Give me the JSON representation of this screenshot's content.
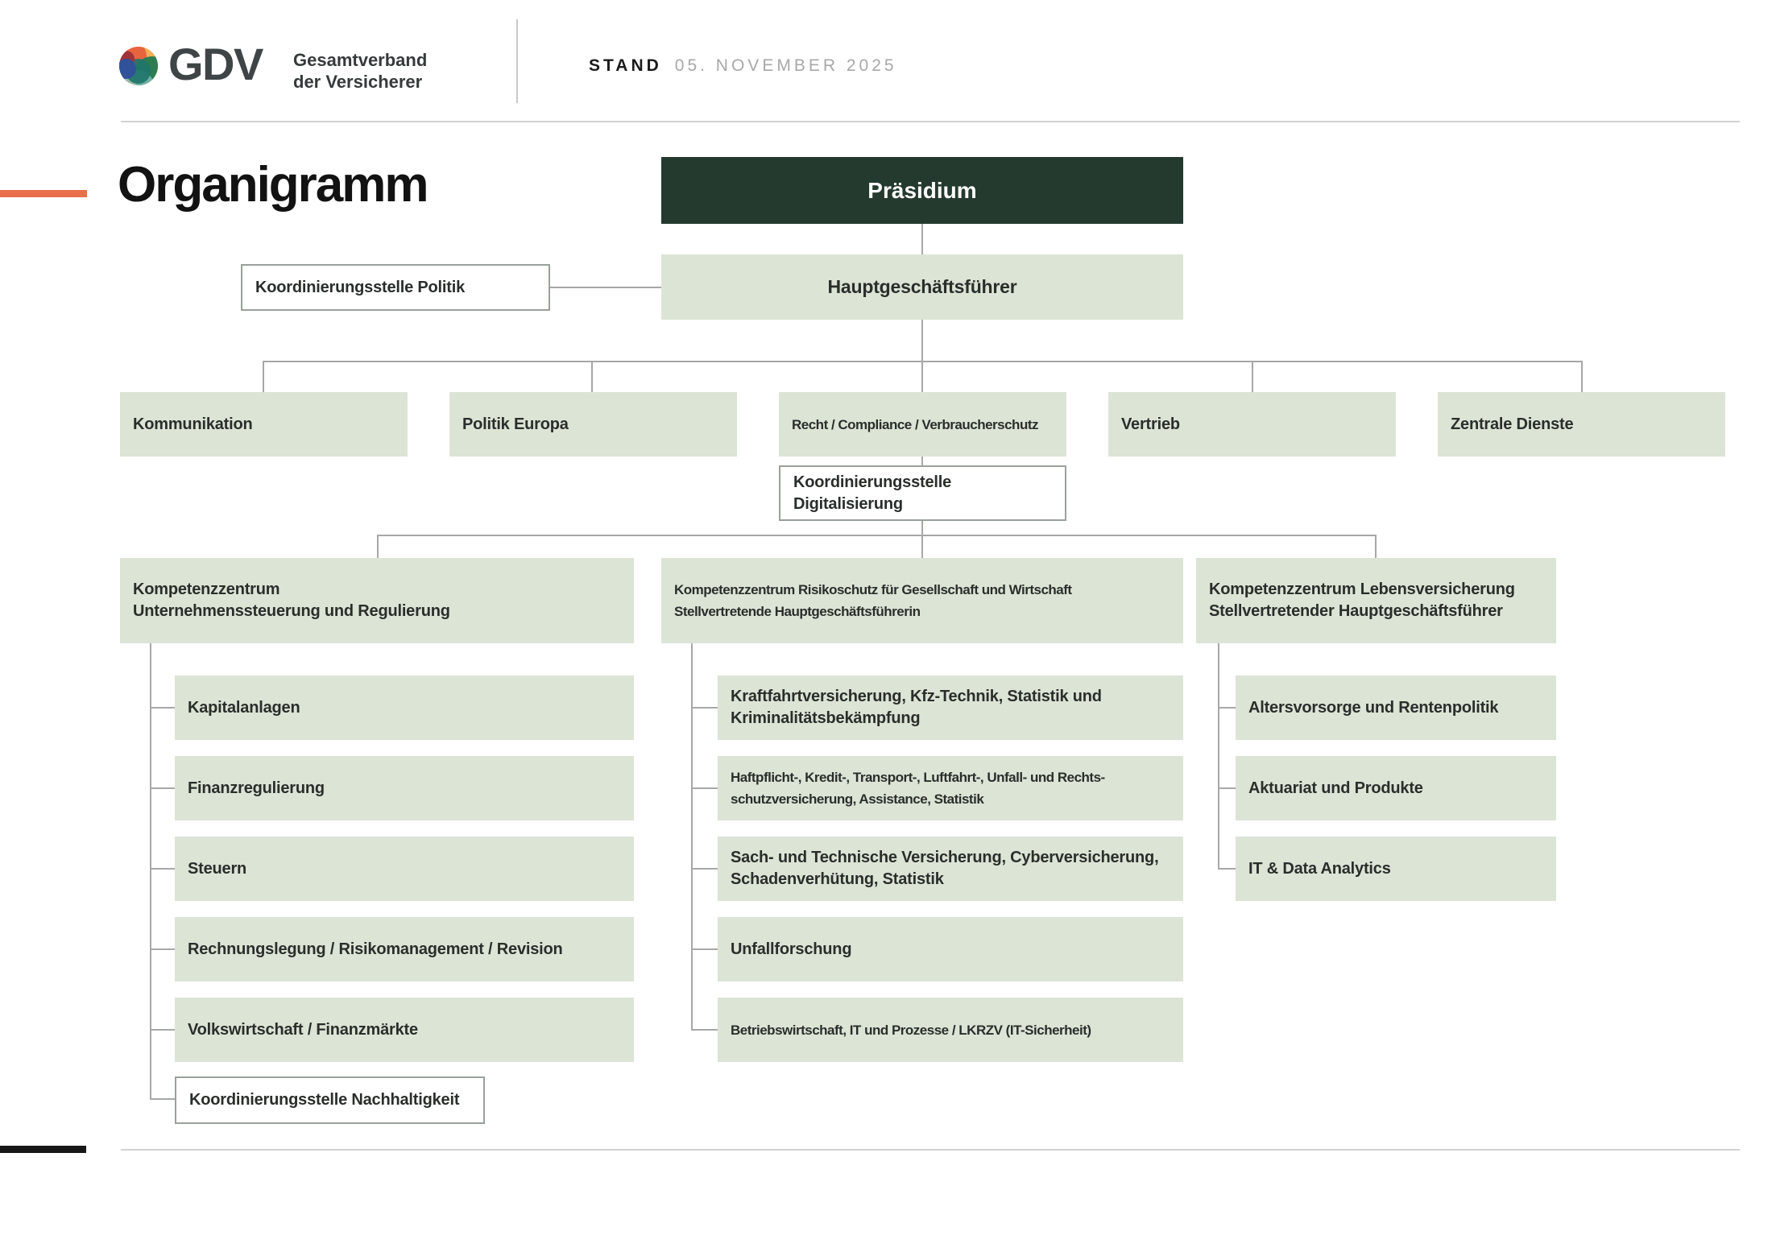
{
  "header": {
    "brand": {
      "acronym": "GDV",
      "name_line1": "Gesamtverband",
      "name_line2": "der Versicherer"
    },
    "stand_label": "STAND",
    "stand_value": "05. NOVEMBER 2025"
  },
  "page_title": "Organigramm",
  "colors": {
    "accent_orange": "#E96F4B",
    "dark_green": "#253A2E",
    "light_green": "#DCE4D6",
    "connector_gray": "#A6A8A6"
  },
  "org": {
    "praesidium": "Präsidium",
    "hauptgeschaeftsfuehrer": "Hauptgeschäftsführer",
    "koordinierungsstelle_politik": "Koordinierungsstelle Politik",
    "level2": [
      "Kommunikation",
      "Politik Europa",
      "Recht / Compliance / Verbraucherschutz",
      "Vertrieb",
      "Zentrale Dienste"
    ],
    "koordinierungsstelle_digitalisierung": [
      "Koordinierungsstelle",
      "Digitalisierung"
    ],
    "kompetenzzentren": [
      {
        "title": [
          "Kompetenzzentrum",
          "Unternehmenssteuerung und Regulierung"
        ],
        "items": [
          [
            "Kapitalanlagen"
          ],
          [
            "Finanzregulierung"
          ],
          [
            "Steuern"
          ],
          [
            "Rechnungslegung / Risikomanagement / Revision"
          ],
          [
            "Volkswirtschaft / Finanzmärkte"
          ]
        ],
        "koordinierungsstelle": "Koordinierungsstelle Nachhaltigkeit"
      },
      {
        "title": [
          "Kompetenzzentrum Risikoschutz für Gesellschaft und Wirtschaft",
          "Stellvertretende Hauptgeschäftsführerin"
        ],
        "items": [
          [
            "Kraftfahrtversicherung, Kfz-Technik, Statistik und",
            "Kriminalitätsbekämpfung"
          ],
          [
            "Haftpflicht-, Kredit-, Transport-, Luftfahrt-, Unfall- und Rechts-",
            "schutzversicherung, Assistance, Statistik"
          ],
          [
            "Sach- und Technische Versicherung, Cyberversicherung,",
            "Schadenverhütung, Statistik"
          ],
          [
            "Unfallforschung"
          ],
          [
            "Betriebswirtschaft, IT und Prozesse / LKRZV (IT-Sicherheit)"
          ]
        ]
      },
      {
        "title": [
          "Kompetenzzentrum Lebensversicherung",
          "Stellvertretender Hauptgeschäftsführer"
        ],
        "items": [
          [
            "Altersvorsorge und Rentenpolitik"
          ],
          [
            "Aktuariat und Produkte"
          ],
          [
            "IT & Data Analytics"
          ]
        ]
      }
    ]
  }
}
